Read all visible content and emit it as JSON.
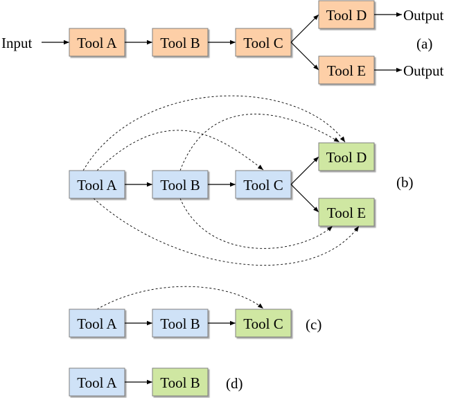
{
  "colors": {
    "orange": "#fdcfa7",
    "blue": "#cfe2f7",
    "green": "#cfe7a2",
    "stroke": "#7f7f7f"
  },
  "panel_a": {
    "input": "Input",
    "tool_a": "Tool A",
    "tool_b": "Tool B",
    "tool_c": "Tool C",
    "tool_d": "Tool D",
    "tool_e": "Tool E",
    "output_d": "Output",
    "output_e": "Output",
    "label": "(a)"
  },
  "panel_b": {
    "tool_a": "Tool A",
    "tool_b": "Tool B",
    "tool_c": "Tool C",
    "tool_d": "Tool D",
    "tool_e": "Tool E",
    "label": "(b)"
  },
  "panel_c": {
    "tool_a": "Tool A",
    "tool_b": "Tool B",
    "tool_c": "Tool C",
    "label": "(c)"
  },
  "panel_d": {
    "tool_a": "Tool A",
    "tool_b": "Tool B",
    "label": "(d)"
  }
}
